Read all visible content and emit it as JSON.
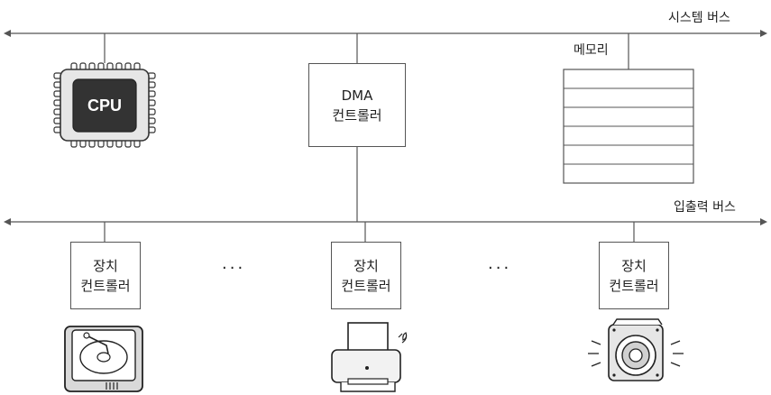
{
  "system_bus": {
    "label": "시스템 버스"
  },
  "io_bus": {
    "label": "입출력 버스"
  },
  "cpu": {
    "label": "CPU",
    "icon": "cpu-chip-icon"
  },
  "dma": {
    "line1": "DMA",
    "line2": "컨트롤러"
  },
  "memory": {
    "label": "메모리",
    "rows": 6
  },
  "controllers": [
    {
      "line1": "장치",
      "line2": "컨트롤러",
      "device_icon": "hard-disk-icon"
    },
    {
      "line1": "장치",
      "line2": "컨트롤러",
      "device_icon": "printer-icon"
    },
    {
      "line1": "장치",
      "line2": "컨트롤러",
      "device_icon": "speaker-icon"
    }
  ],
  "ellipsis": "···",
  "colors": {
    "line": "#555555",
    "chip_dark": "#333333",
    "chip_body": "#e6e6e6",
    "device_fill": "#d9d9d9"
  }
}
